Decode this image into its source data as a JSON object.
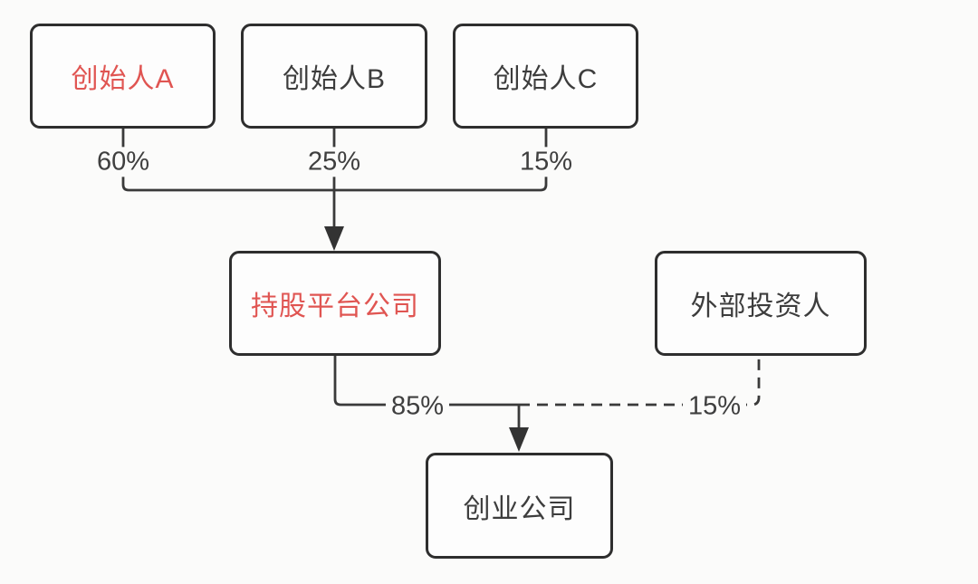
{
  "diagram": {
    "nodes": {
      "founder_a": {
        "label": "创始人A",
        "emphasis": "red"
      },
      "founder_b": {
        "label": "创始人B",
        "emphasis": "none"
      },
      "founder_c": {
        "label": "创始人C",
        "emphasis": "none"
      },
      "platform": {
        "label": "持股平台公司",
        "emphasis": "red"
      },
      "investor": {
        "label": "外部投资人",
        "emphasis": "none"
      },
      "startup": {
        "label": "创业公司",
        "emphasis": "none"
      }
    },
    "edge_labels": {
      "founder_a_to_platform": "60%",
      "founder_b_to_platform": "25%",
      "founder_c_to_platform": "15%",
      "platform_to_startup": "85%",
      "investor_to_startup": "15%"
    },
    "edge_styles": {
      "platform_to_startup": "solid",
      "investor_to_startup": "dashed"
    },
    "colors": {
      "background": "#fbfbfa",
      "node_border": "#2e2e2e",
      "connector": "#3a3a3a",
      "text": "#3d3d3d",
      "accent_red": "#e05552"
    }
  }
}
